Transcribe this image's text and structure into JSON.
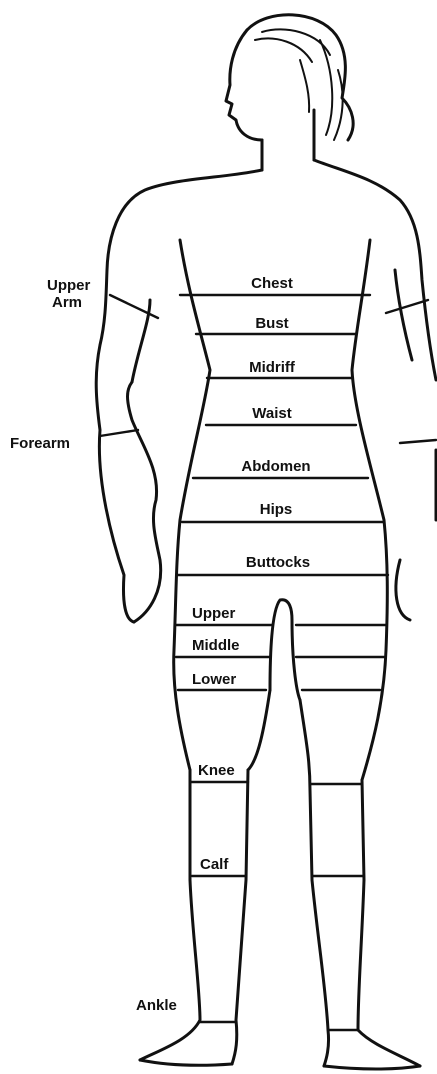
{
  "labels": {
    "chest": "Chest",
    "bust": "Bust",
    "midriff": "Midriff",
    "waist": "Waist",
    "abdomen": "Abdomen",
    "hips": "Hips",
    "buttocks": "Buttocks",
    "upper": "Upper",
    "middle": "Middle",
    "lower": "Lower",
    "knee": "Knee",
    "calf": "Calf",
    "ankle": "Ankle",
    "upper_arm_line1": "Upper",
    "upper_arm_line2": "Arm",
    "forearm": "Forearm"
  }
}
